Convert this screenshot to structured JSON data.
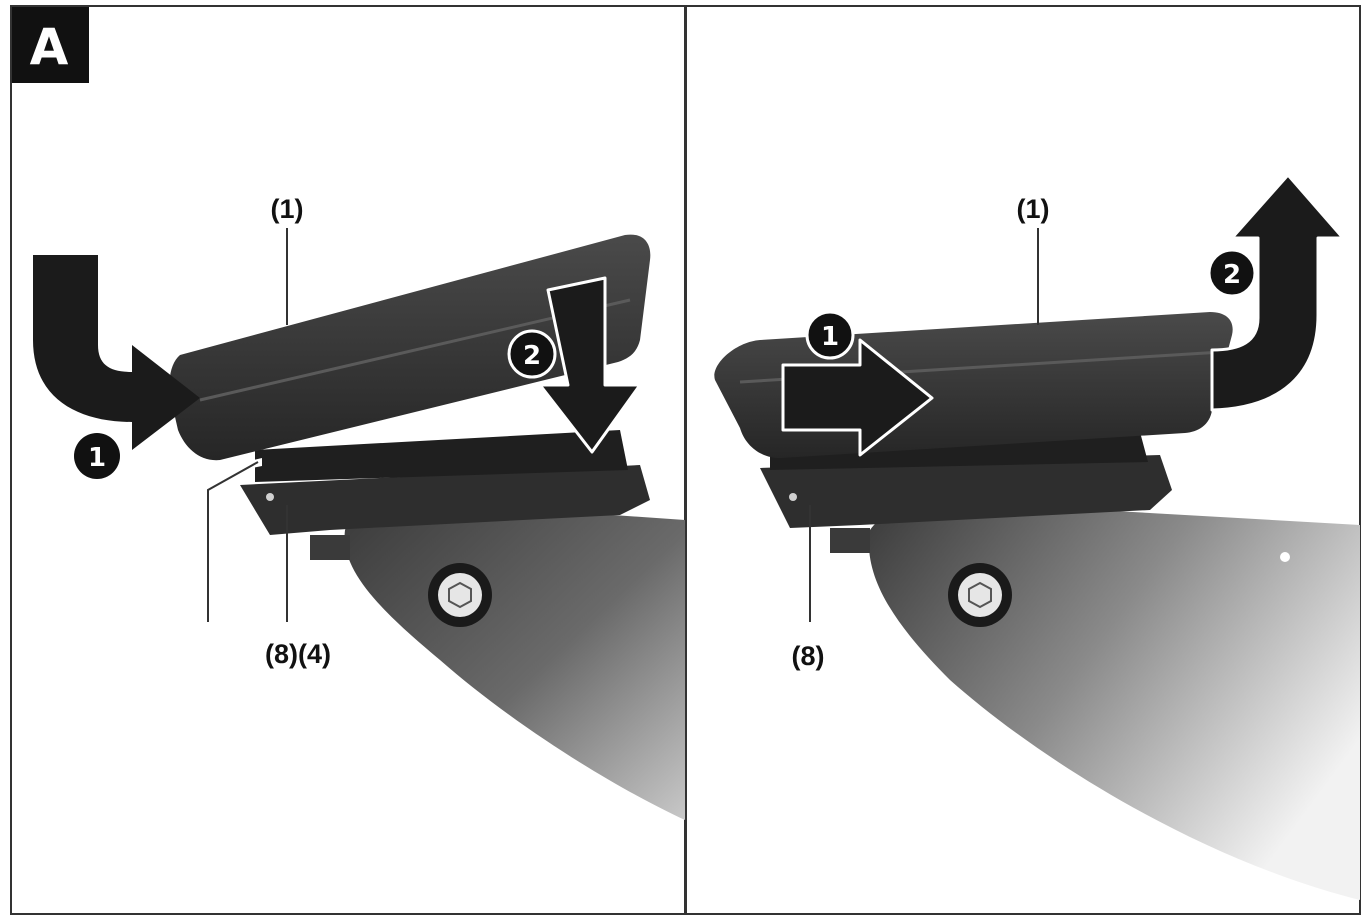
{
  "figure_label": "A",
  "left_panel": {
    "callouts": [
      "(1)",
      "(8)(4)"
    ],
    "steps": [
      "1",
      "2"
    ]
  },
  "right_panel": {
    "callouts": [
      "(1)",
      "(8)"
    ],
    "steps": [
      "1",
      "2"
    ]
  }
}
